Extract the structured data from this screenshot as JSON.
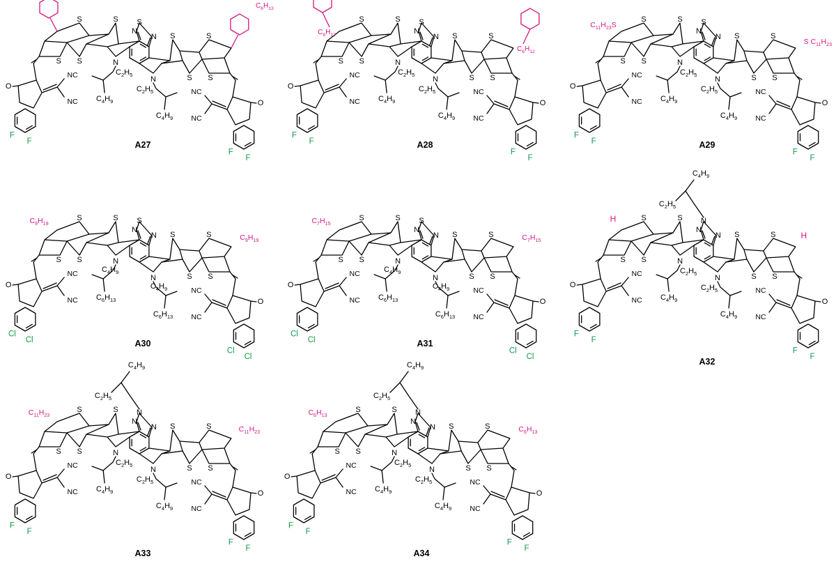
{
  "colors": {
    "bond": "#000000",
    "side_chain": "#d4157f",
    "halogen": "#129a4c"
  },
  "molecules": [
    {
      "id": "A27",
      "core": "thiadiazole",
      "side": "C6H13-phenyl",
      "alkyl": "C2H5/C4H9",
      "halogen": "F"
    },
    {
      "id": "A28",
      "core": "thiadiazole",
      "side": "phenyl-C6H12",
      "alkyl": "C2H5/C4H9",
      "halogen": "F"
    },
    {
      "id": "A29",
      "core": "thiadiazole",
      "side": "S C11H23",
      "alkyl": "C2H5/C4H9",
      "halogen": "F"
    },
    {
      "id": "A30",
      "core": "thiadiazole",
      "side": "C9H19",
      "alkyl": "C4H9/C6H13",
      "halogen": "Cl"
    },
    {
      "id": "A31",
      "core": "thiadiazole",
      "side": "C7H15",
      "alkyl": "C4H9/C6H13",
      "halogen": "Cl"
    },
    {
      "id": "A32",
      "core": "triazole",
      "side": "H",
      "alkyl": "C2H5/C4H9",
      "halogen": "F"
    },
    {
      "id": "A33",
      "core": "triazole",
      "side": "C11H23",
      "alkyl": "C2H5/C4H9",
      "halogen": "F"
    },
    {
      "id": "A34",
      "core": "triazole",
      "side": "C6H13",
      "alkyl": "C2H5/C4H9",
      "halogen": "F"
    }
  ]
}
